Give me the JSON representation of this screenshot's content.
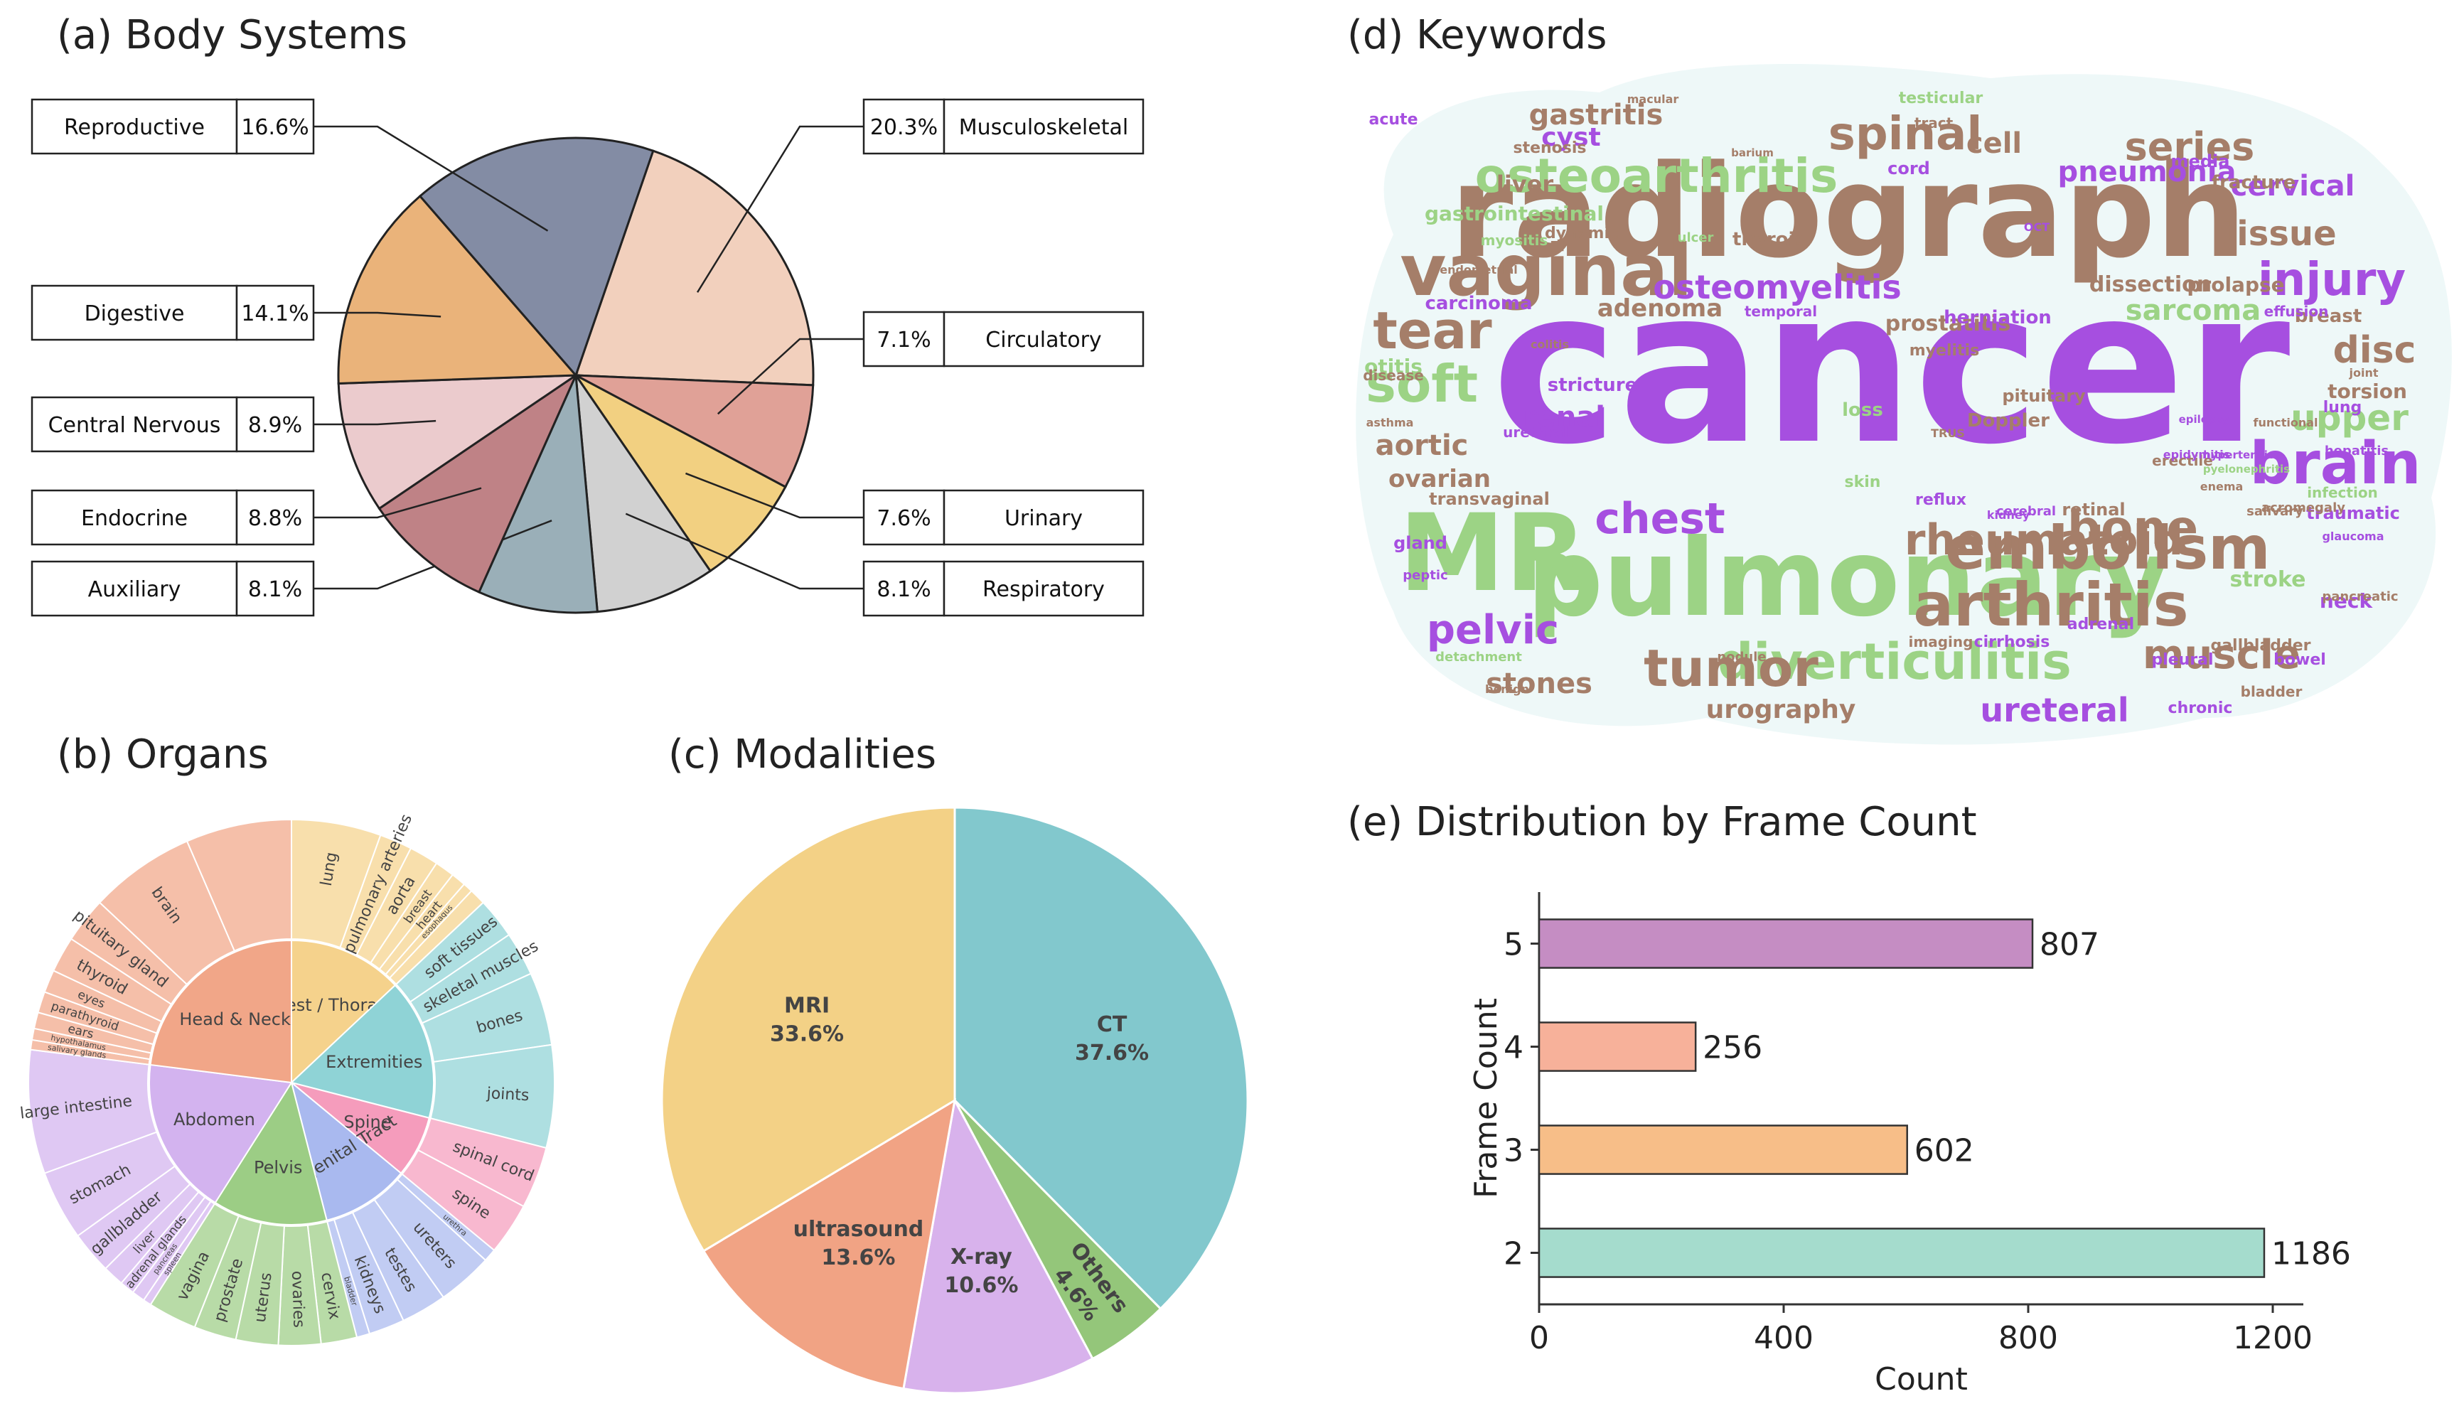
{
  "titles": {
    "a": "(a) Body Systems",
    "b": "(b) Organs",
    "c": "(c) Modalities",
    "d": "(d) Keywords",
    "e": "(e) Distribution by Frame Count"
  },
  "chart_data": [
    {
      "id": "a",
      "type": "pie",
      "title": "(a) Body Systems",
      "slices": [
        {
          "label": "Musculoskeletal",
          "pct": "20.3%",
          "value": 20.3,
          "color": "#f2d0bd"
        },
        {
          "label": "Circulatory",
          "pct": "7.1%",
          "value": 7.1,
          "color": "#e0a197"
        },
        {
          "label": "Urinary",
          "pct": "7.6%",
          "value": 7.6,
          "color": "#f2d081"
        },
        {
          "label": "Respiratory",
          "pct": "8.1%",
          "value": 8.1,
          "color": "#d1d1d1"
        },
        {
          "label": "Auxiliary",
          "pct": "8.1%",
          "value": 8.1,
          "color": "#9aafb8"
        },
        {
          "label": "Endocrine",
          "pct": "8.8%",
          "value": 8.8,
          "color": "#bf8286"
        },
        {
          "label": "Central Nervous",
          "pct": "8.9%",
          "value": 8.9,
          "color": "#ebcbcd"
        },
        {
          "label": "Digestive",
          "pct": "14.1%",
          "value": 14.1,
          "color": "#eab37a"
        },
        {
          "label": "Reproductive",
          "pct": "16.6%",
          "value": 16.6,
          "color": "#838ca4"
        }
      ]
    },
    {
      "id": "b",
      "type": "pie",
      "title": "(b) Organs",
      "inner": [
        {
          "label": "Chest / Thorax",
          "value": 13,
          "color": "#f5d28c"
        },
        {
          "label": "Extremities",
          "value": 16,
          "color": "#8fd3d6"
        },
        {
          "label": "Spine",
          "value": 7,
          "color": "#f59cbc"
        },
        {
          "label": "Urogenital Tract",
          "value": 10,
          "color": "#a9b9ef"
        },
        {
          "label": "Pelvis",
          "value": 13,
          "color": "#9ccd85"
        },
        {
          "label": "Abdomen",
          "value": 18,
          "color": "#d3b3ef"
        },
        {
          "label": "Head & Neck",
          "value": 23,
          "color": "#f1a688"
        }
      ],
      "outer": [
        {
          "label": "lung",
          "value": 5.5,
          "parent": 0
        },
        {
          "label": "pulmonary arteries",
          "value": 2,
          "parent": 0
        },
        {
          "label": "aorta",
          "value": 1.8,
          "parent": 0
        },
        {
          "label": "breast",
          "value": 1.2,
          "parent": 0
        },
        {
          "label": "heart",
          "value": 0.9,
          "parent": 0
        },
        {
          "label": "esophagus",
          "value": 0.6,
          "parent": 0
        },
        {
          "label": "",
          "value": 1,
          "parent": 0
        },
        {
          "label": "soft tissues",
          "value": 2.5,
          "parent": 1
        },
        {
          "label": "skeletal muscles",
          "value": 2.7,
          "parent": 1
        },
        {
          "label": "bones",
          "value": 4.5,
          "parent": 1
        },
        {
          "label": "joints",
          "value": 6.3,
          "parent": 1
        },
        {
          "label": "spinal cord",
          "value": 3.8,
          "parent": 2
        },
        {
          "label": "spine",
          "value": 3.2,
          "parent": 2
        },
        {
          "label": "urethra",
          "value": 0.8,
          "parent": 3
        },
        {
          "label": "ureters",
          "value": 3.4,
          "parent": 3
        },
        {
          "label": "testes",
          "value": 2.8,
          "parent": 3
        },
        {
          "label": "kidneys",
          "value": 2.2,
          "parent": 3
        },
        {
          "label": "bladder",
          "value": 0.8,
          "parent": 3
        },
        {
          "label": "cervix",
          "value": 2.2,
          "parent": 4
        },
        {
          "label": "ovaries",
          "value": 2.6,
          "parent": 4
        },
        {
          "label": "uterus",
          "value": 2.6,
          "parent": 4
        },
        {
          "label": "prostate",
          "value": 2.6,
          "parent": 4
        },
        {
          "label": "vagina",
          "value": 3,
          "parent": 4
        },
        {
          "label": "spleen",
          "value": 0.5,
          "parent": 5
        },
        {
          "label": "pancreas",
          "value": 0.8,
          "parent": 5
        },
        {
          "label": "adrenal glands",
          "value": 0.9,
          "parent": 5
        },
        {
          "label": "liver",
          "value": 1.3,
          "parent": 5
        },
        {
          "label": "gallbladder",
          "value": 2.6,
          "parent": 5
        },
        {
          "label": "stomach",
          "value": 4.3,
          "parent": 5
        },
        {
          "label": "large intestine",
          "value": 7.6,
          "parent": 5
        },
        {
          "label": "salivary glands",
          "value": 0.6,
          "parent": 6
        },
        {
          "label": "hypothalamus",
          "value": 0.7,
          "parent": 6
        },
        {
          "label": "ears",
          "value": 1,
          "parent": 6
        },
        {
          "label": "parathyroid",
          "value": 1.3,
          "parent": 6
        },
        {
          "label": "eyes",
          "value": 1.4,
          "parent": 6
        },
        {
          "label": "thyroid",
          "value": 2.2,
          "parent": 6
        },
        {
          "label": "pituitary gland",
          "value": 2.8,
          "parent": 6
        },
        {
          "label": "brain",
          "value": 6.5,
          "parent": 6
        },
        {
          "label": "",
          "value": 6.5,
          "parent": 6
        }
      ]
    },
    {
      "id": "c",
      "type": "pie",
      "title": "(c) Modalities",
      "slices": [
        {
          "label": "CT",
          "pct": "37.6%",
          "value": 37.6,
          "color": "#82c8cd"
        },
        {
          "label": "Others",
          "pct": "4.6%",
          "value": 4.6,
          "color": "#94c67a"
        },
        {
          "label": "X-ray",
          "pct": "10.6%",
          "value": 10.6,
          "color": "#d8b2ec"
        },
        {
          "label": "ultrasound",
          "pct": "13.6%",
          "value": 13.6,
          "color": "#f1a384"
        },
        {
          "label": "MRI",
          "pct": "33.6%",
          "value": 33.6,
          "color": "#f3d186"
        }
      ]
    },
    {
      "id": "e",
      "type": "bar",
      "orientation": "horizontal",
      "title": "(e) Distribution by Frame Count",
      "categories": [
        "2",
        "3",
        "4",
        "5"
      ],
      "values": [
        1186,
        602,
        256,
        807
      ],
      "colors": [
        "#a5dccd",
        "#f7be88",
        "#f7b19a",
        "#c58dc3"
      ],
      "xlabel": "Count",
      "ylabel": "Frame Count",
      "xlim": [
        0,
        1250
      ],
      "xticks": [
        0,
        400,
        800,
        1200
      ]
    }
  ],
  "wordcloud": {
    "words": [
      {
        "t": "cancer",
        "c": "p"
      },
      {
        "t": "radiograph",
        "c": "b"
      },
      {
        "t": "pulmonary",
        "c": "g"
      },
      {
        "t": "MR",
        "c": "g"
      },
      {
        "t": "vaginal",
        "c": "b"
      },
      {
        "t": "embolism",
        "c": "b"
      },
      {
        "t": "rheumatoid",
        "c": "b"
      },
      {
        "t": "arthritis",
        "c": "b"
      },
      {
        "t": "diverticulitis",
        "c": "g"
      },
      {
        "t": "tumor",
        "c": "b"
      },
      {
        "t": "brain",
        "c": "p"
      },
      {
        "t": "osteoarthritis",
        "c": "g"
      },
      {
        "t": "spinal",
        "c": "b"
      },
      {
        "t": "injury",
        "c": "p"
      },
      {
        "t": "bone",
        "c": "b"
      },
      {
        "t": "chest",
        "c": "p"
      },
      {
        "t": "tear",
        "c": "b"
      },
      {
        "t": "soft",
        "c": "g"
      },
      {
        "t": "muscle",
        "c": "b"
      },
      {
        "t": "pelvic",
        "c": "p"
      },
      {
        "t": "osteomyelitis",
        "c": "p"
      },
      {
        "t": "series",
        "c": "b"
      },
      {
        "t": "pneumonia",
        "c": "p"
      },
      {
        "t": "upper",
        "c": "g"
      },
      {
        "t": "disc",
        "c": "b"
      },
      {
        "t": "tissue",
        "c": "b"
      },
      {
        "t": "sarcoma",
        "c": "g"
      },
      {
        "t": "ureteral",
        "c": "p"
      },
      {
        "t": "gastritis",
        "c": "b"
      },
      {
        "t": "aortic",
        "c": "b"
      },
      {
        "t": "renal",
        "c": "p"
      },
      {
        "t": "stones",
        "c": "b"
      },
      {
        "t": "cell",
        "c": "b"
      },
      {
        "t": "cervical",
        "c": "p"
      },
      {
        "t": "adenoma",
        "c": "b"
      },
      {
        "t": "prostatitis",
        "c": "b"
      },
      {
        "t": "dissection",
        "c": "b"
      },
      {
        "t": "urography",
        "c": "b"
      },
      {
        "t": "ovarian",
        "c": "b"
      },
      {
        "t": "stroke",
        "c": "g"
      },
      {
        "t": "cyst",
        "c": "p"
      },
      {
        "t": "liver",
        "c": "b"
      },
      {
        "t": "gastrointestinal",
        "c": "g"
      },
      {
        "t": "carcinoma",
        "c": "p"
      },
      {
        "t": "prolapse",
        "c": "b"
      },
      {
        "t": "fracture",
        "c": "b"
      },
      {
        "t": "torsion",
        "c": "b"
      },
      {
        "t": "neck",
        "c": "p"
      },
      {
        "t": "Doppler",
        "c": "b"
      },
      {
        "t": "herniation",
        "c": "p"
      },
      {
        "t": "transvaginal",
        "c": "b"
      },
      {
        "t": "retinal",
        "c": "b"
      },
      {
        "t": "thyroid",
        "c": "b"
      },
      {
        "t": "stricture",
        "c": "p"
      },
      {
        "t": "breast",
        "c": "b"
      },
      {
        "t": "pituitary",
        "c": "b"
      },
      {
        "t": "loss",
        "c": "g"
      },
      {
        "t": "cord",
        "c": "p"
      },
      {
        "t": "skin",
        "c": "g"
      },
      {
        "t": "otitis",
        "c": "g"
      },
      {
        "t": "gland",
        "c": "p"
      },
      {
        "t": "myelitis",
        "c": "b"
      },
      {
        "t": "adrenal",
        "c": "p"
      },
      {
        "t": "chronic",
        "c": "p"
      },
      {
        "t": "media",
        "c": "p"
      },
      {
        "t": "traumatic",
        "c": "p"
      },
      {
        "t": "stenosis",
        "c": "b"
      },
      {
        "t": "acute",
        "c": "p"
      },
      {
        "t": "reflux",
        "c": "p"
      },
      {
        "t": "lung",
        "c": "p"
      },
      {
        "t": "bowel",
        "c": "p"
      },
      {
        "t": "cirrhosis",
        "c": "p"
      },
      {
        "t": "dynamic",
        "c": "b"
      },
      {
        "t": "myositis",
        "c": "g"
      },
      {
        "t": "tract",
        "c": "b"
      },
      {
        "t": "testicular",
        "c": "g"
      },
      {
        "t": "pleural",
        "c": "p"
      },
      {
        "t": "gallbladder",
        "c": "b"
      },
      {
        "t": "bladder",
        "c": "b"
      },
      {
        "t": "disease",
        "c": "b"
      },
      {
        "t": "infection",
        "c": "g"
      },
      {
        "t": "erectile",
        "c": "b"
      },
      {
        "t": "imaging",
        "c": "b"
      },
      {
        "t": "urethral",
        "c": "p"
      },
      {
        "t": "temporal",
        "c": "p"
      },
      {
        "t": "effusion",
        "c": "p"
      },
      {
        "t": "hepatitis",
        "c": "p"
      },
      {
        "t": "nodule",
        "c": "b"
      },
      {
        "t": "pancreatic",
        "c": "b"
      },
      {
        "t": "cerebral",
        "c": "p"
      },
      {
        "t": "salivary",
        "c": "b"
      },
      {
        "t": "peptic",
        "c": "p"
      },
      {
        "t": "acromegaly",
        "c": "b"
      },
      {
        "t": "glaucoma",
        "c": "p"
      },
      {
        "t": "detachment",
        "c": "g"
      },
      {
        "t": "ulcer",
        "c": "g"
      },
      {
        "t": "asthma",
        "c": "b"
      },
      {
        "t": "enema",
        "c": "b"
      },
      {
        "t": "benign",
        "c": "b"
      },
      {
        "t": "macular",
        "c": "b"
      },
      {
        "t": "colitis",
        "c": "b"
      },
      {
        "t": "kidney",
        "c": "p"
      },
      {
        "t": "TRUS",
        "c": "b"
      },
      {
        "t": "OCT",
        "c": "p"
      },
      {
        "t": "joint",
        "c": "b"
      },
      {
        "t": "functional",
        "c": "b"
      },
      {
        "t": "epidymitis",
        "c": "p"
      },
      {
        "t": "endometrial",
        "c": "b"
      },
      {
        "t": "hypertension",
        "c": "p"
      },
      {
        "t": "pyelonephritis",
        "c": "g"
      },
      {
        "t": "epilepsy",
        "c": "p"
      },
      {
        "t": "barium",
        "c": "b"
      }
    ]
  }
}
